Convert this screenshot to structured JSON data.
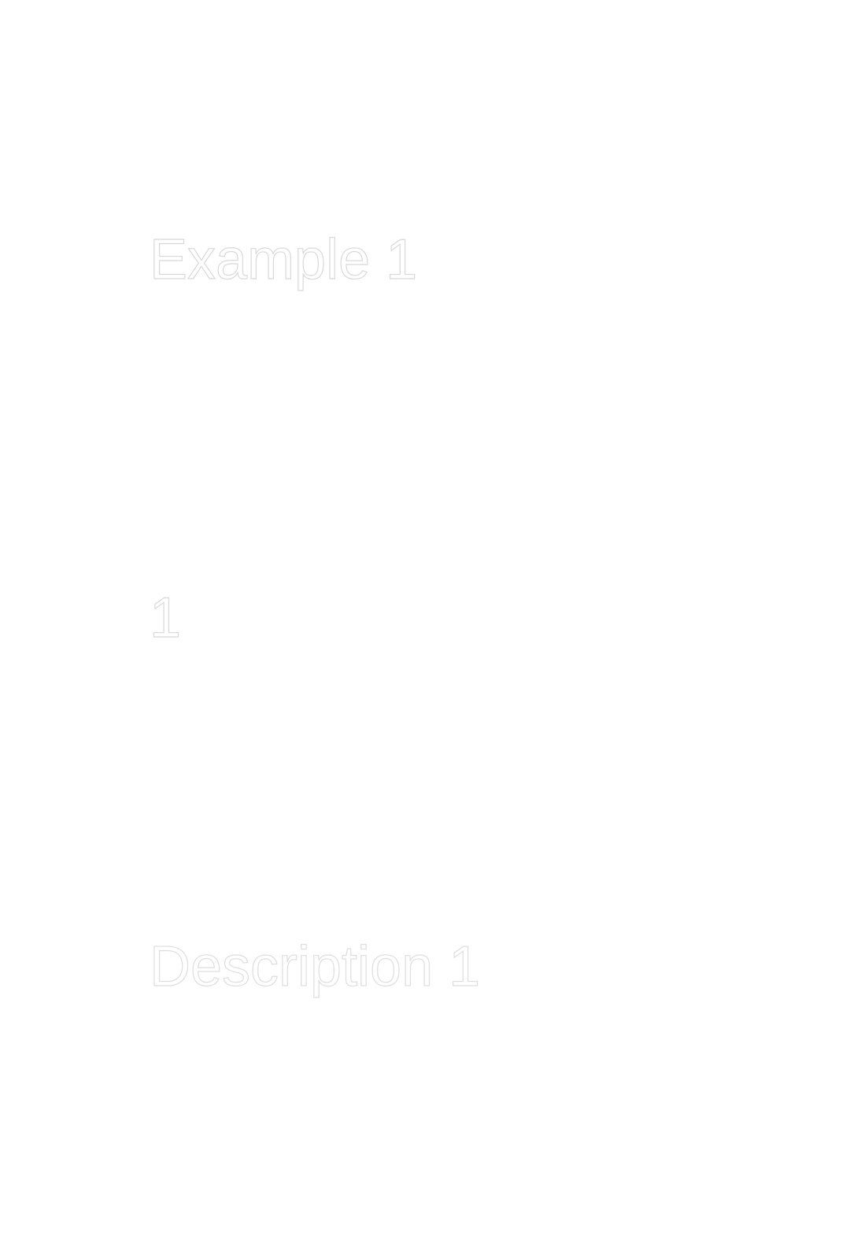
{
  "document": {
    "title": "Example 1",
    "number": "1",
    "description": "Description 1"
  }
}
